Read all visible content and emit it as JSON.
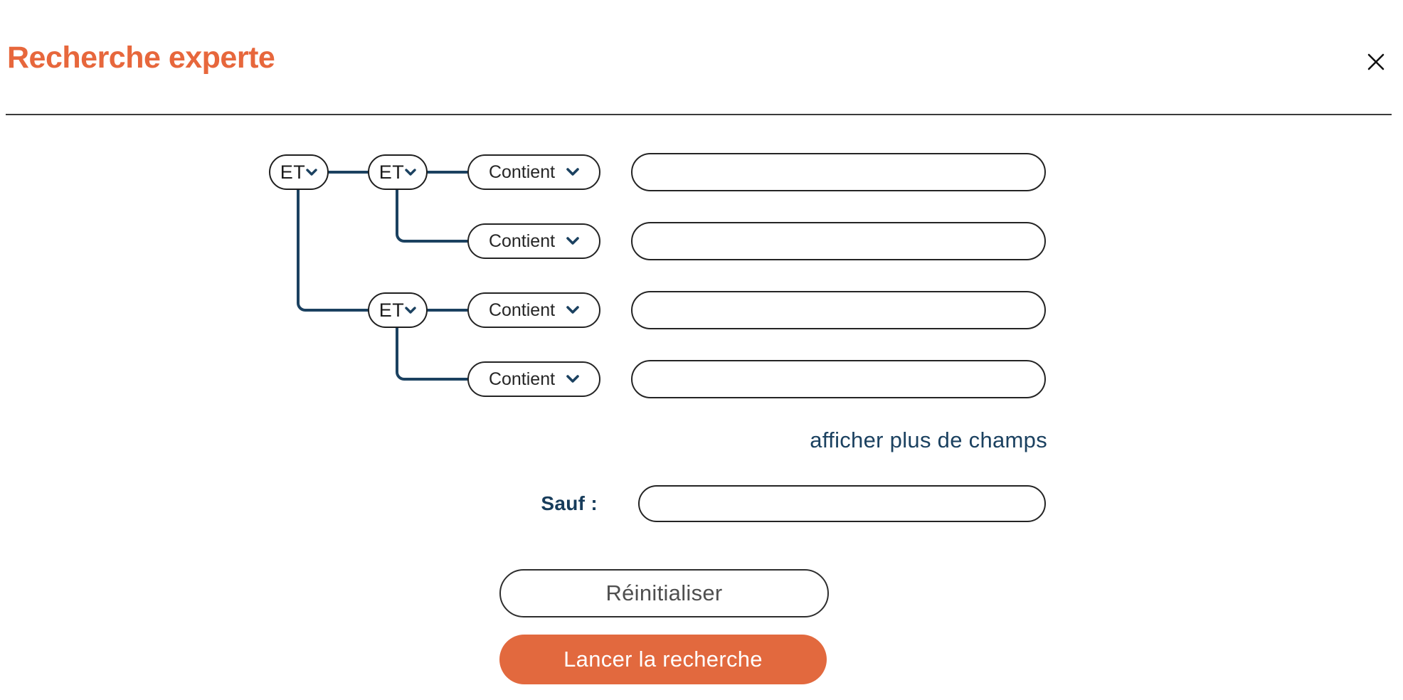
{
  "dialog": {
    "title": "Recherche experte"
  },
  "icons": {
    "close": "close-icon",
    "chevron_down": "chevron-down-icon"
  },
  "tree": {
    "operators": [
      {
        "label": "ET"
      },
      {
        "label": "ET"
      },
      {
        "label": "ET"
      }
    ],
    "rows": [
      {
        "condition": "Contient",
        "value": "",
        "placeholder": ""
      },
      {
        "condition": "Contient",
        "value": "",
        "placeholder": ""
      },
      {
        "condition": "Contient",
        "value": "",
        "placeholder": ""
      },
      {
        "condition": "Contient",
        "value": "",
        "placeholder": ""
      }
    ]
  },
  "show_more_link": "afficher plus de champs",
  "except": {
    "label": "Sauf :",
    "value": "",
    "placeholder": ""
  },
  "buttons": {
    "reset": "Réinitialiser",
    "submit": "Lancer la recherche"
  },
  "colors": {
    "accent_orange": "#e7673c",
    "button_orange": "#e2693e",
    "navy": "#1b4160",
    "border_dark": "#242424"
  }
}
